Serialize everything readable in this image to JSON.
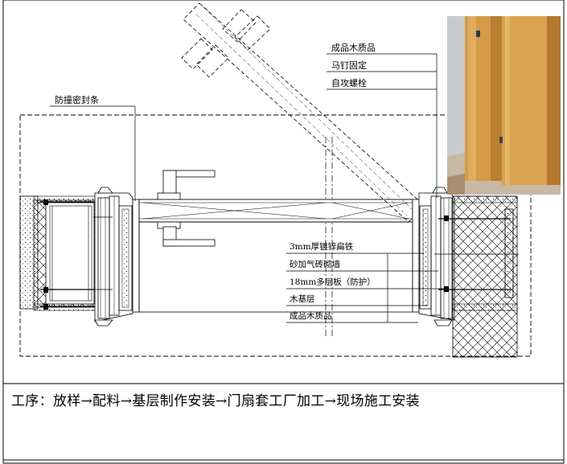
{
  "labels": {
    "finished_wood": "成品木质品",
    "nail_fix": "马钉固定",
    "self_tap_bolt": "自攻螺栓",
    "anti_collision_seal": "防撞密封条",
    "galvanized_iron": "3mm厚镀锌扁铁",
    "aerated_block_wall": "砂加气砖砌墙",
    "plywood_18": "18mm多层板（防护）",
    "wood_base": "木基层",
    "finished_wood_2": "成品木质品"
  },
  "footer": {
    "process": "工序：放样→配料→基层制作安装→门扇套工厂加工→现场施工安装"
  },
  "colors": {
    "line": "#000000",
    "photo_wall": "#d9d9dc",
    "photo_door": "#d9a24d",
    "photo_floor": "#c8b49a"
  }
}
